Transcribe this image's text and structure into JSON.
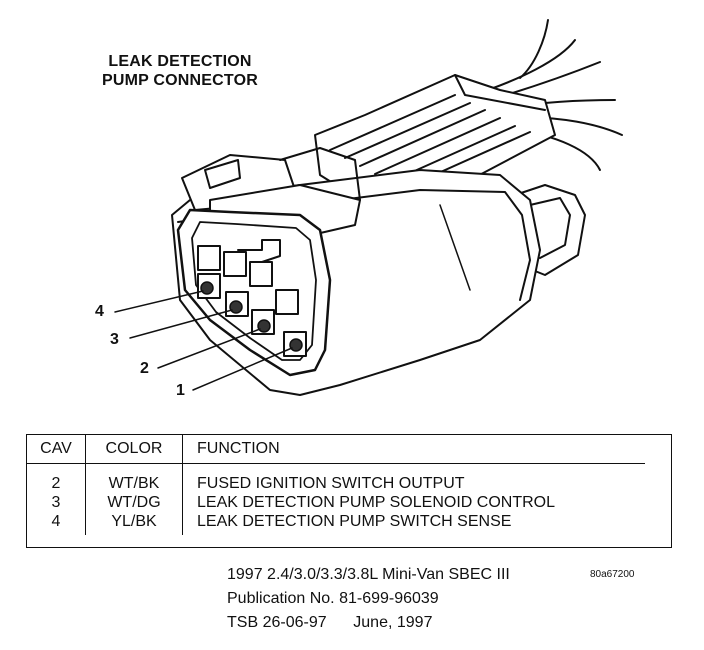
{
  "title": {
    "line1": "LEAK DETECTION",
    "line2": "PUMP CONNECTOR"
  },
  "pin_labels": [
    "4",
    "3",
    "2",
    "1"
  ],
  "table": {
    "headers": [
      "CAV",
      "COLOR",
      "FUNCTION"
    ],
    "rows": [
      {
        "cav": "2",
        "color": "WT/BK",
        "function": "FUSED IGNITION SWITCH OUTPUT"
      },
      {
        "cav": "3",
        "color": "WT/DG",
        "function": "LEAK DETECTION PUMP SOLENOID CONTROL"
      },
      {
        "cav": "4",
        "color": "YL/BK",
        "function": "LEAK DETECTION PUMP SWITCH SENSE"
      }
    ]
  },
  "footer": {
    "line1": "1997 2.4/3.0/3.3/3.8L Mini-Van SBEC III",
    "figure_id": "80a67200",
    "line2": "Publication No. 81-699-96039",
    "line3": "TSB 26-06-97      June, 1997"
  }
}
